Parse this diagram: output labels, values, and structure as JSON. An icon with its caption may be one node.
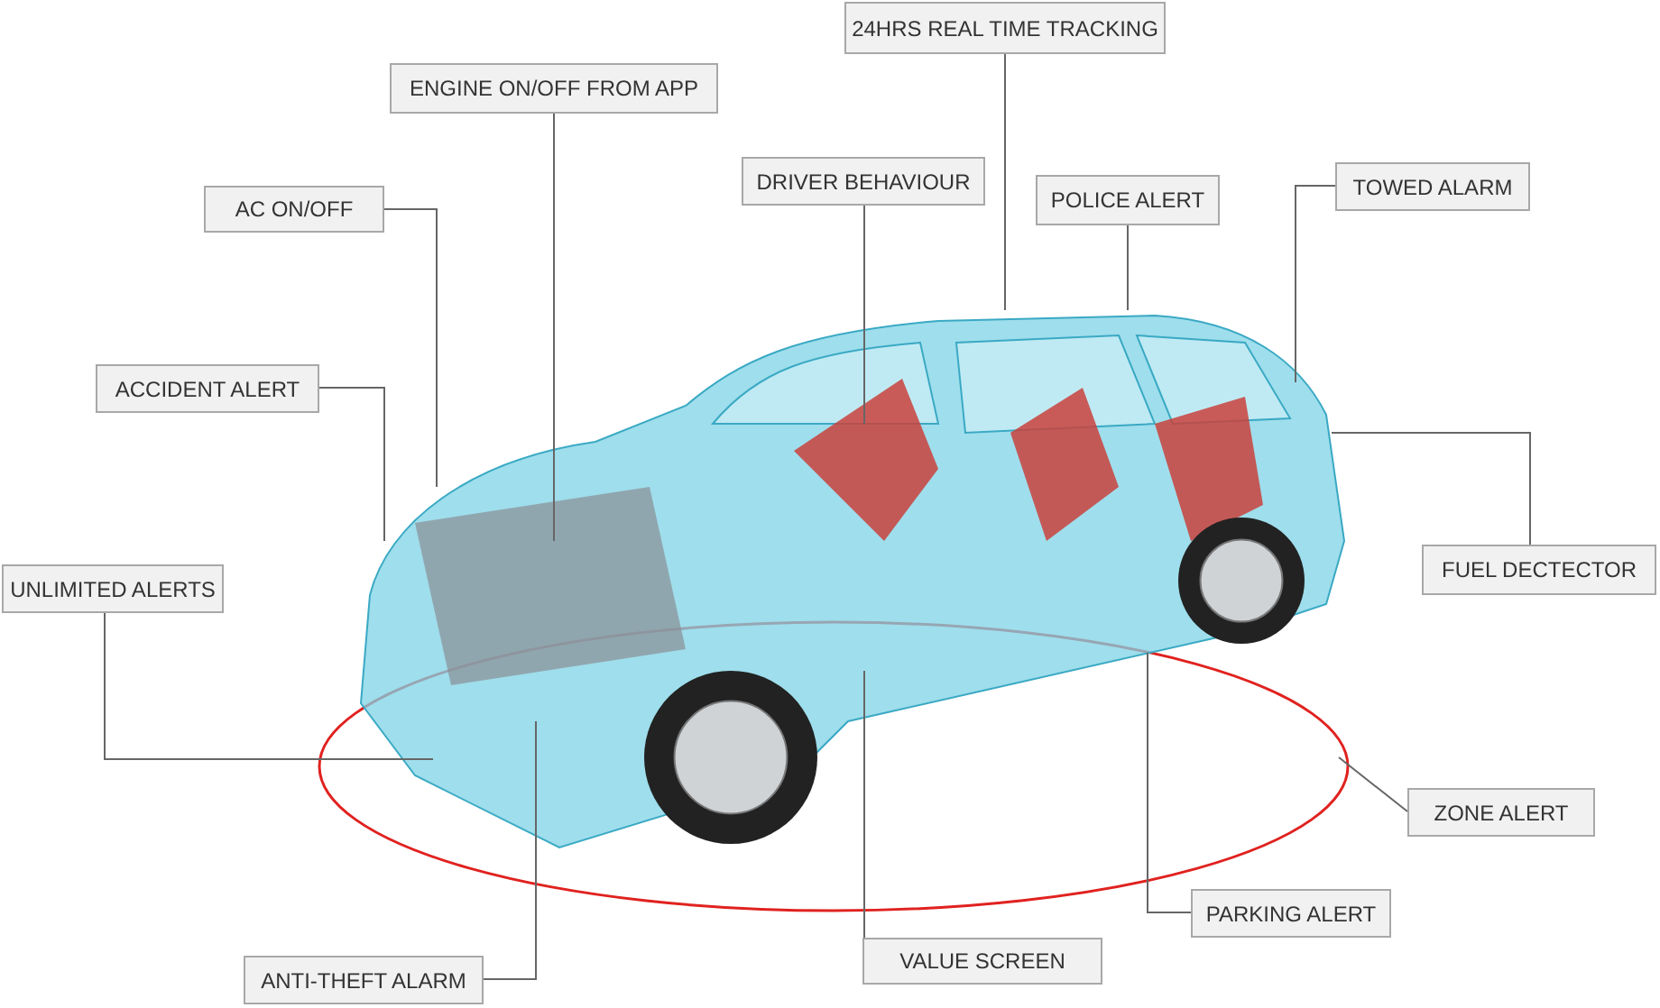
{
  "diagram": {
    "nodes": [
      {
        "text": [
          "24HRS REAL TIME TRACKING"
        ]
      },
      {
        "text": [
          "ENGINE ON/OFF FROM APP"
        ]
      },
      {
        "text": [
          "DRIVER BEHAVIOUR"
        ]
      },
      {
        "text": [
          "TOWED ALARM"
        ]
      },
      {
        "text": [
          "POLICE ALERT"
        ]
      },
      {
        "text": [
          "AC ON/OFF"
        ]
      },
      {
        "text": [
          "ACCIDENT ALERT"
        ]
      },
      {
        "text": [
          "FUEL DECTECTOR"
        ]
      },
      {
        "text": [
          "UNLIMITED ALERTS"
        ]
      },
      {
        "text": [
          "ZONE ALERT"
        ]
      },
      {
        "text": [
          "PARKING ALERT"
        ]
      },
      {
        "text": [
          "VALUE SCREEN"
        ]
      },
      {
        "text": [
          "ANTI-THEFT ALARM"
        ]
      }
    ],
    "edges": [
      {
        "from": 0,
        "to": null,
        "arrow": "none"
      },
      {
        "from": 1,
        "to": null,
        "arrow": "none"
      },
      {
        "from": 2,
        "to": null,
        "arrow": "none"
      },
      {
        "from": 3,
        "to": null,
        "arrow": "none"
      },
      {
        "from": 4,
        "to": null,
        "arrow": "none"
      },
      {
        "from": 5,
        "to": null,
        "arrow": "none"
      },
      {
        "from": 6,
        "to": null,
        "arrow": "none"
      },
      {
        "from": 7,
        "to": null,
        "arrow": "none"
      },
      {
        "from": 8,
        "to": null,
        "arrow": "none"
      },
      {
        "from": 9,
        "to": null,
        "arrow": "none"
      },
      {
        "from": 10,
        "to": null,
        "arrow": "none"
      },
      {
        "from": 11,
        "to": null,
        "arrow": "none"
      },
      {
        "from": 12,
        "to": null,
        "arrow": "none"
      }
    ]
  }
}
